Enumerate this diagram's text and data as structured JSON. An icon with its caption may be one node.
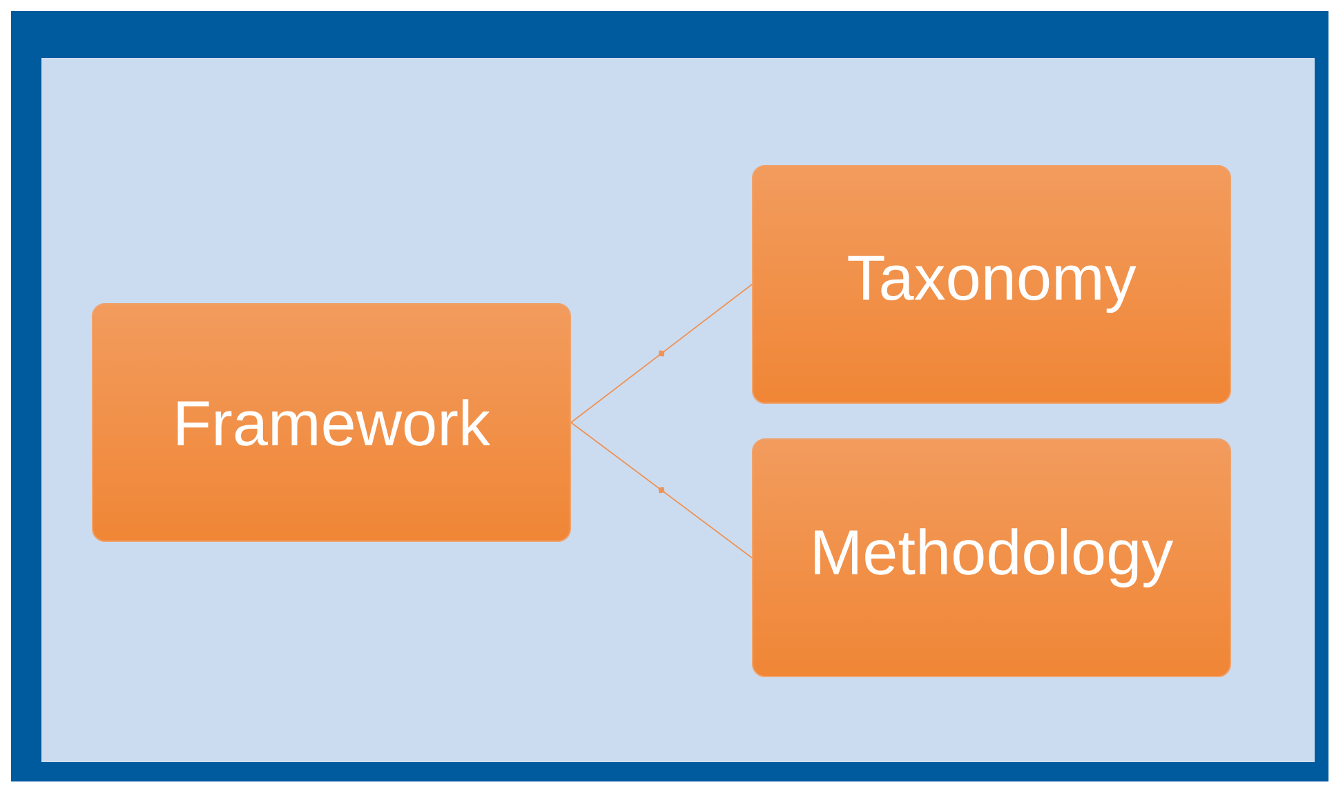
{
  "diagram": {
    "nodes": [
      {
        "text": [
          "Framework"
        ]
      },
      {
        "text": [
          "Taxonomy"
        ]
      },
      {
        "text": [
          "Methodology"
        ]
      }
    ],
    "edges": [
      {
        "from": 0,
        "to": 1,
        "arrow": "none"
      },
      {
        "from": 0,
        "to": 2,
        "arrow": "none"
      }
    ]
  }
}
